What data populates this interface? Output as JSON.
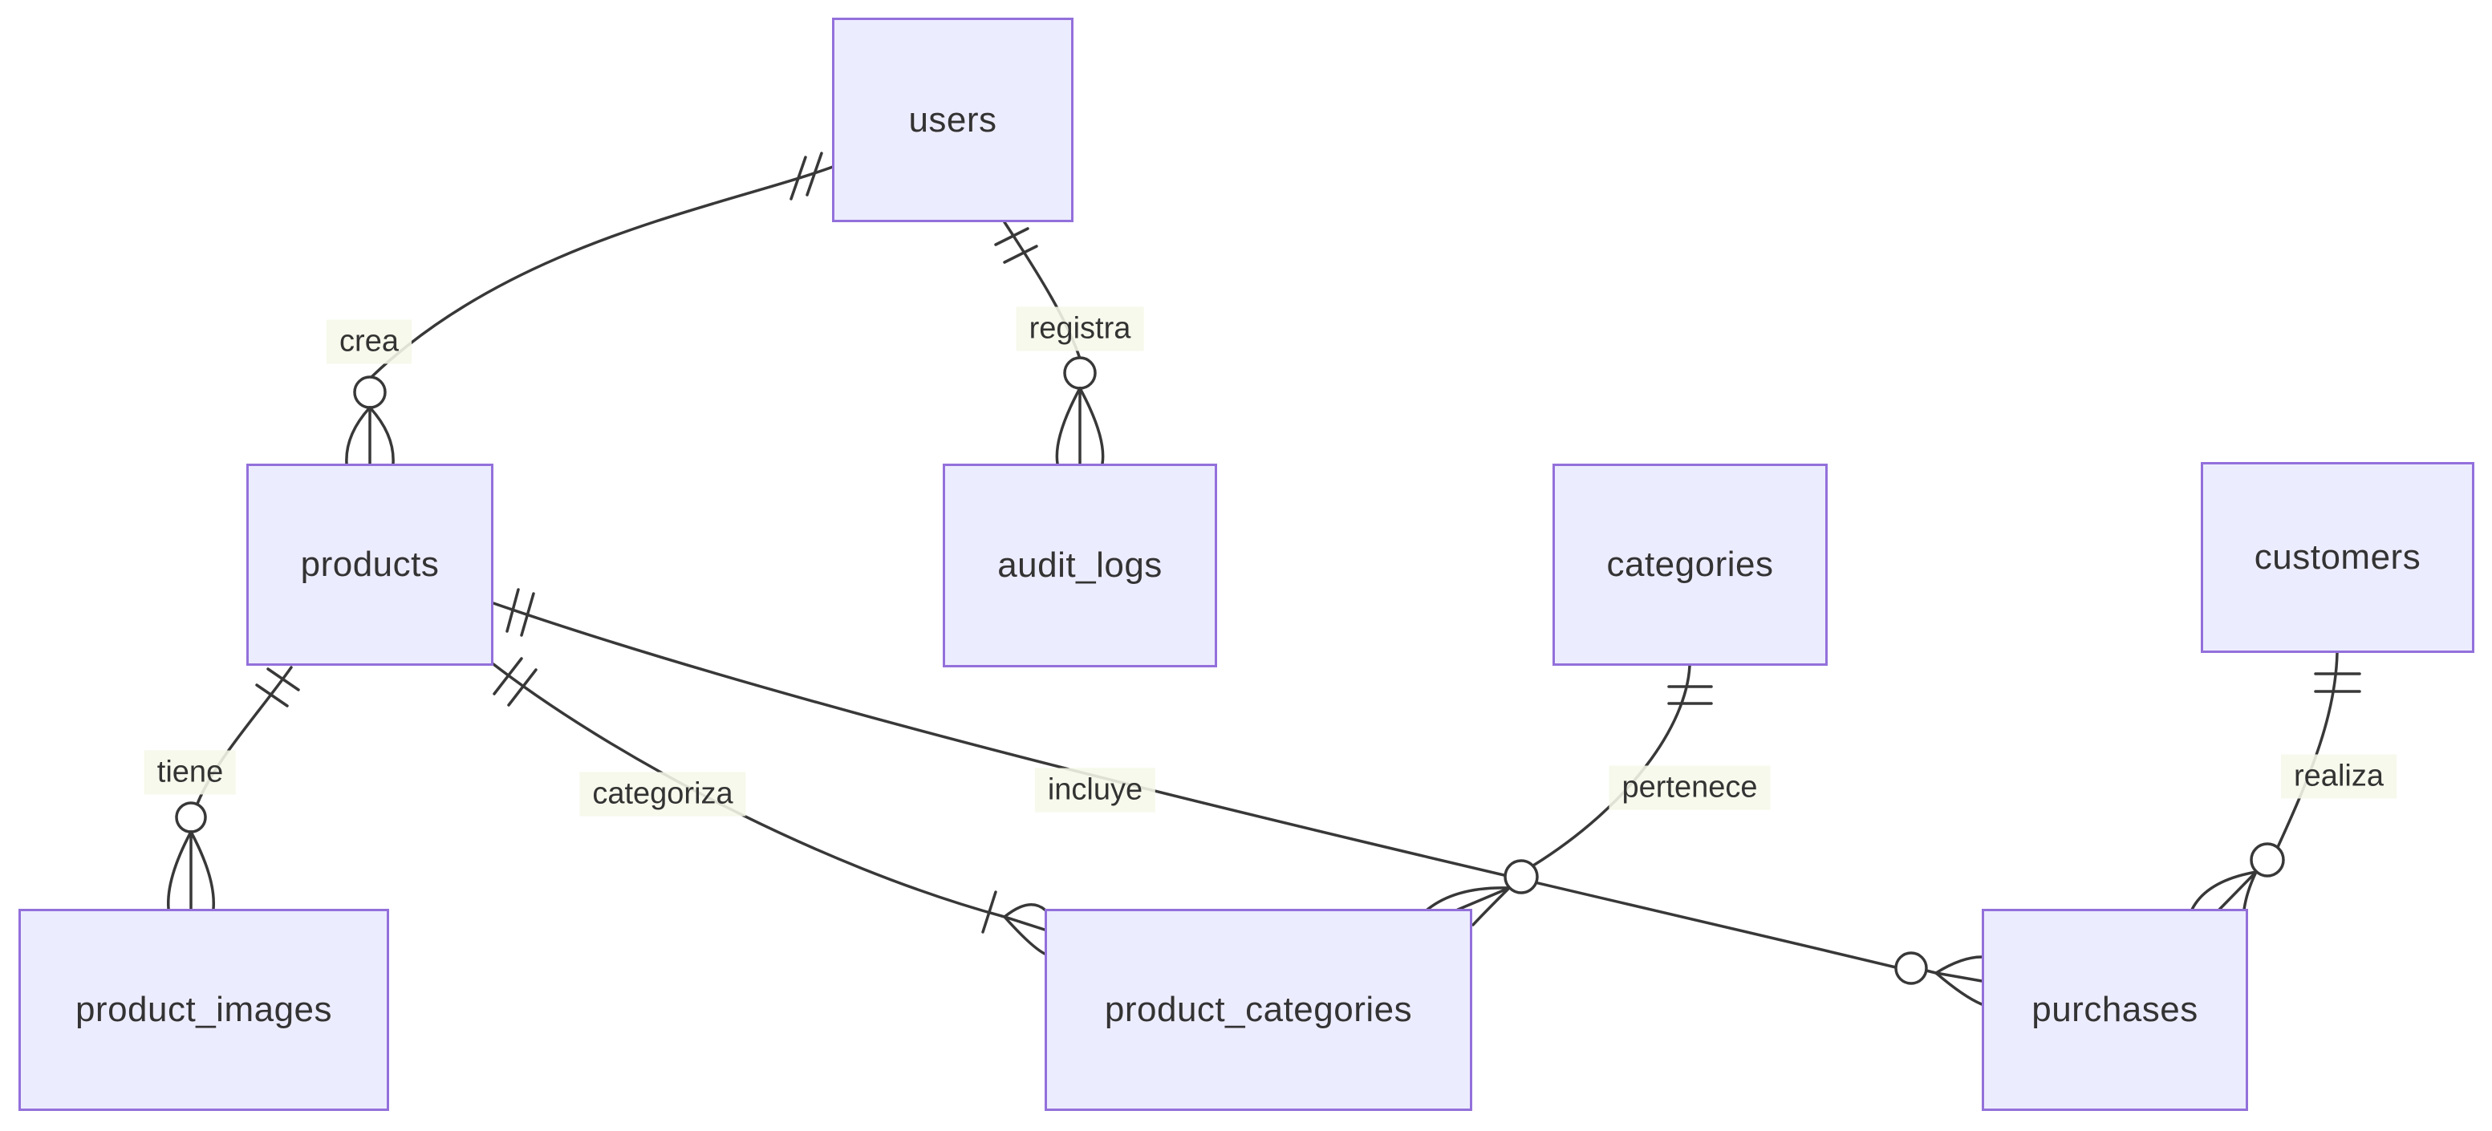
{
  "diagram": {
    "type": "entity-relationship",
    "notation": "crow-foot",
    "background": "#ffffff",
    "colors": {
      "entity_fill": "#ECECFF",
      "entity_border": "#9370DB",
      "edge_stroke": "#383838",
      "label_background": "#f5f8e8",
      "text": "#333333"
    },
    "entities": [
      {
        "name": "users"
      },
      {
        "name": "products"
      },
      {
        "name": "audit_logs"
      },
      {
        "name": "categories"
      },
      {
        "name": "customers"
      },
      {
        "name": "product_images"
      },
      {
        "name": "product_categories"
      },
      {
        "name": "purchases"
      }
    ],
    "relationships": [
      {
        "from": "users",
        "to": "products",
        "label": "crea",
        "from_cardinality": "exactly-one",
        "to_cardinality": "zero-or-many"
      },
      {
        "from": "users",
        "to": "audit_logs",
        "label": "registra",
        "from_cardinality": "exactly-one",
        "to_cardinality": "zero-or-many"
      },
      {
        "from": "products",
        "to": "product_images",
        "label": "tiene",
        "from_cardinality": "exactly-one",
        "to_cardinality": "zero-or-many"
      },
      {
        "from": "products",
        "to": "product_categories",
        "label": "categoriza",
        "from_cardinality": "exactly-one",
        "to_cardinality": "one-or-many"
      },
      {
        "from": "products",
        "to": "purchases",
        "label": "incluye",
        "from_cardinality": "exactly-one",
        "to_cardinality": "zero-or-many"
      },
      {
        "from": "categories",
        "to": "product_categories",
        "label": "pertenece",
        "from_cardinality": "exactly-one",
        "to_cardinality": "zero-or-many"
      },
      {
        "from": "customers",
        "to": "purchases",
        "label": "realiza",
        "from_cardinality": "exactly-one",
        "to_cardinality": "zero-or-many"
      }
    ]
  }
}
